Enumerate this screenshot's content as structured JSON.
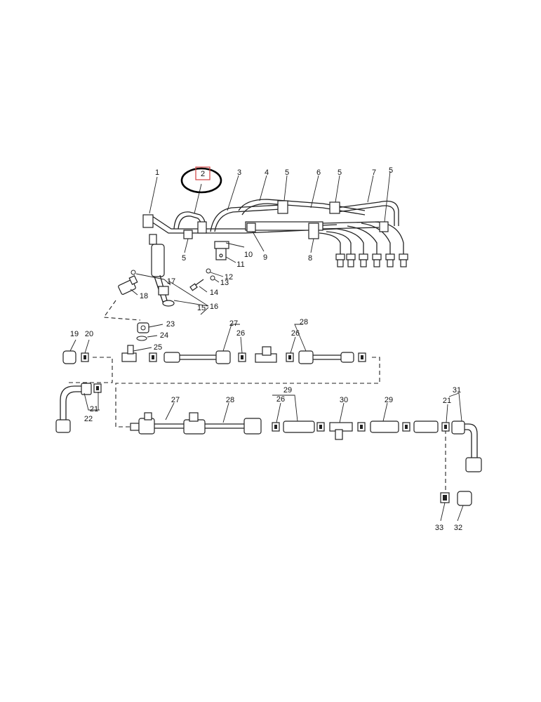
{
  "highlight": {
    "callout": "2",
    "box_color": "#d04040",
    "circle_color": "#000000"
  },
  "callouts": {
    "c1": "1",
    "c2": "2",
    "c3": "3",
    "c4": "4",
    "c5a": "5",
    "c5b": "5",
    "c5c": "5",
    "c5d": "5",
    "c6": "6",
    "c7": "7",
    "c8": "8",
    "c9": "9",
    "c10": "10",
    "c11": "11",
    "c12": "12",
    "c13": "13",
    "c14": "14",
    "c15": "15",
    "c16": "16",
    "c17": "17",
    "c18": "18",
    "c19": "19",
    "c20": "20",
    "c21a": "21",
    "c21b": "21",
    "c22": "22",
    "c23": "23",
    "c24": "24",
    "c25": "25",
    "c26a": "26",
    "c26b": "26",
    "c26c": "26",
    "c27a": "27",
    "c27b": "27",
    "c28a": "28",
    "c28b": "28",
    "c29a": "29",
    "c29b": "29",
    "c30": "30",
    "c31": "31",
    "c32": "32",
    "c33": "33"
  }
}
